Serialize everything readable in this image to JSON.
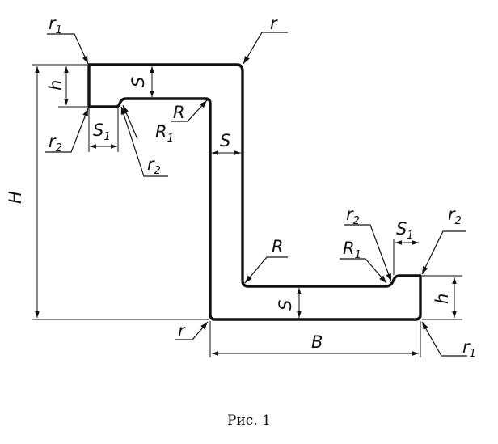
{
  "diagram": {
    "profile_name": "z-shaped bent profile with edge flanges",
    "labels": {
      "r": "r",
      "r1_base": "r",
      "r1_sub": "1",
      "r2_base": "r",
      "r2_sub": "2",
      "R": "R",
      "R1_base": "R",
      "R1_sub": "1",
      "S": "S",
      "S1_base": "S",
      "S1_sub": "1",
      "h": "h",
      "H": "H",
      "B": "B"
    },
    "caption": "Рис. 1",
    "colors": {
      "ink": "#111111",
      "background": "#ffffff"
    }
  }
}
